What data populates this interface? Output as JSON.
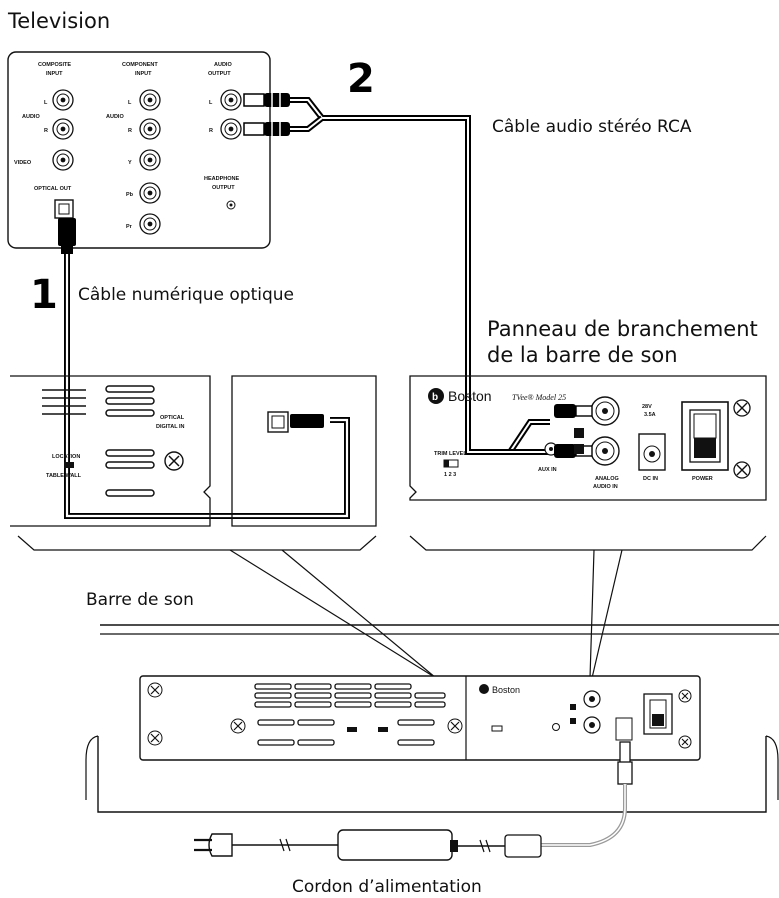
{
  "labels": {
    "television": "Television",
    "step_one": "1",
    "step_two": "2",
    "optical_cable": "Câble numérique optique",
    "rca_cable": "Câble audio stéréo RCA",
    "panel_line1": "Panneau de branchement",
    "panel_line2": "de la barre de son",
    "soundbar": "Barre de son",
    "power_cord": "Cordon d’alimentation"
  },
  "tv_panel": {
    "composite_title": "COMPOSITE",
    "composite_sub": "INPUT",
    "component_title": "COMPONENT",
    "component_sub": "INPUT",
    "audio_out_title": "AUDIO",
    "audio_out_sub": "OUTPUT",
    "jack_l": "L",
    "jack_r": "R",
    "audio_word": "AUDIO",
    "video": "VIDEO",
    "y": "Y",
    "pb": "Pb",
    "pr": "Pr",
    "optical_out": "OPTICAL OUT",
    "headphone_title": "HEADPHONE",
    "headphone_sub": "OUTPUT"
  },
  "sb_left": {
    "optical_title": "OPTICAL",
    "optical_sub": "DIGITAL IN",
    "location": "LOCATION",
    "table_wall": "TABLE WALL"
  },
  "sb_right": {
    "brand": "Boston",
    "model": "TVee® Model 25",
    "trim_level": "TRIM LEVEL",
    "trim_nums": "1 2 3",
    "aux_in": "AUX IN",
    "analog_title": "ANALOG",
    "analog_sub": "AUDIO IN",
    "dc_title": "DC IN",
    "dc_spec1": "28V",
    "dc_spec2": "3.5A",
    "power": "POWER"
  },
  "colors": {
    "line": "#111111",
    "cable": "#000000",
    "cable_light": "#9a9a9a"
  }
}
